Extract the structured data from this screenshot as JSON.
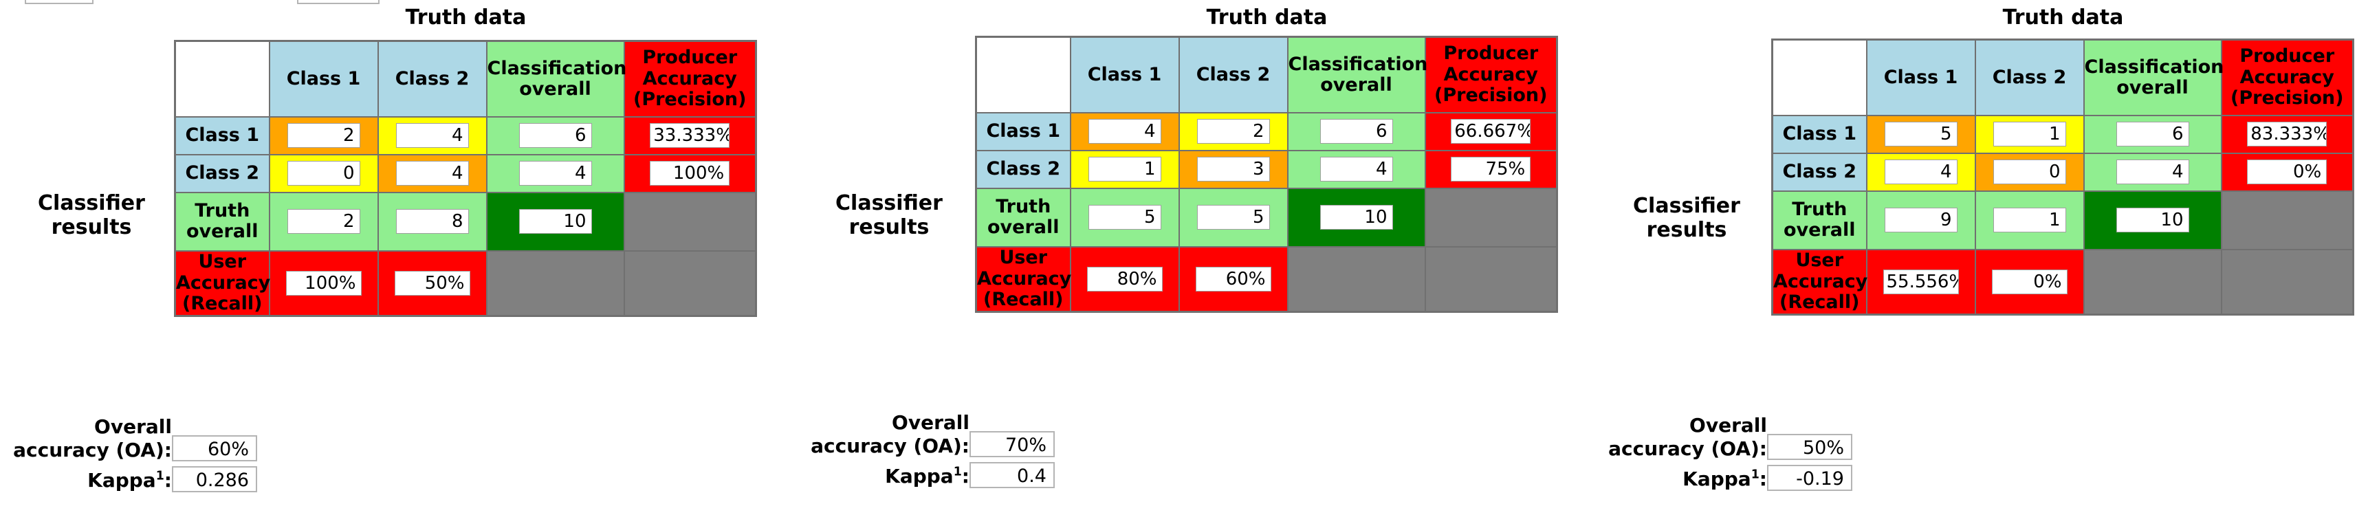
{
  "headers": {
    "truth_data": "Truth data",
    "classifier_results": "Classifier\nresults",
    "col_blank": "",
    "col_class1": "Class 1",
    "col_class2": "Class 2",
    "col_classification_overall": "Classification\noverall",
    "col_producer_accuracy": "Producer\nAccuracy\n(Precision)",
    "row_class1": "Class 1",
    "row_class2": "Class 2",
    "row_truth_overall": "Truth\noverall",
    "row_user_accuracy": "User\nAccuracy\n(Recall)"
  },
  "stats_labels": {
    "overall_accuracy": "Overall\naccuracy (OA):",
    "kappa": "Kappa",
    "kappa_superscript": "1",
    "kappa_colon": ":"
  },
  "colors": {
    "header_blue": "#ADD8E6",
    "light_green": "#90EE90",
    "dark_green": "#008000",
    "red": "#FF0000",
    "grey": "#808080",
    "orange": "#FFA500",
    "yellow": "#FFFF00",
    "border": "#707070"
  },
  "chart_data": {
    "type": "table",
    "title": "Confusion matrices for three classifier runs",
    "panels": [
      {
        "id": "panel-1",
        "matrix": [
          [
            2,
            4
          ],
          [
            0,
            4
          ]
        ],
        "classification_overall": [
          6,
          4
        ],
        "producer_accuracy": [
          "33.333%",
          "100%"
        ],
        "truth_overall": [
          2,
          8
        ],
        "grand_total": 10,
        "user_accuracy": [
          "100%",
          "50%"
        ],
        "overall_accuracy": "60%",
        "kappa": "0.286"
      },
      {
        "id": "panel-2",
        "matrix": [
          [
            4,
            2
          ],
          [
            1,
            3
          ]
        ],
        "classification_overall": [
          6,
          4
        ],
        "producer_accuracy": [
          "66.667%",
          "75%"
        ],
        "truth_overall": [
          5,
          5
        ],
        "grand_total": 10,
        "user_accuracy": [
          "80%",
          "60%"
        ],
        "overall_accuracy": "70%",
        "kappa": "0.4"
      },
      {
        "id": "panel-3",
        "matrix": [
          [
            5,
            1
          ],
          [
            4,
            0
          ]
        ],
        "classification_overall": [
          6,
          4
        ],
        "producer_accuracy": [
          "83.333%",
          "0%"
        ],
        "truth_overall": [
          9,
          1
        ],
        "grand_total": 10,
        "user_accuracy": [
          "55.556%",
          "0%"
        ],
        "overall_accuracy": "50%",
        "kappa": "-0.19"
      }
    ]
  },
  "panels": [
    {
      "m00": "2",
      "m01": "4",
      "co0": "6",
      "pa0": "33.333%",
      "m10": "0",
      "m11": "4",
      "co1": "4",
      "pa1": "100%",
      "to0": "2",
      "to1": "8",
      "total": "10",
      "ua0": "100%",
      "ua1": "50%",
      "oa": "60%",
      "kappa": "0.286"
    },
    {
      "m00": "4",
      "m01": "2",
      "co0": "6",
      "pa0": "66.667%",
      "m10": "1",
      "m11": "3",
      "co1": "4",
      "pa1": "75%",
      "to0": "5",
      "to1": "5",
      "total": "10",
      "ua0": "80%",
      "ua1": "60%",
      "oa": "70%",
      "kappa": "0.4"
    },
    {
      "m00": "5",
      "m01": "1",
      "co0": "6",
      "pa0": "83.333%",
      "m10": "4",
      "m11": "0",
      "co1": "4",
      "pa1": "0%",
      "to0": "9",
      "to1": "1",
      "total": "10",
      "ua0": "55.556%",
      "ua1": "0%",
      "oa": "50%",
      "kappa": "-0.19"
    }
  ]
}
